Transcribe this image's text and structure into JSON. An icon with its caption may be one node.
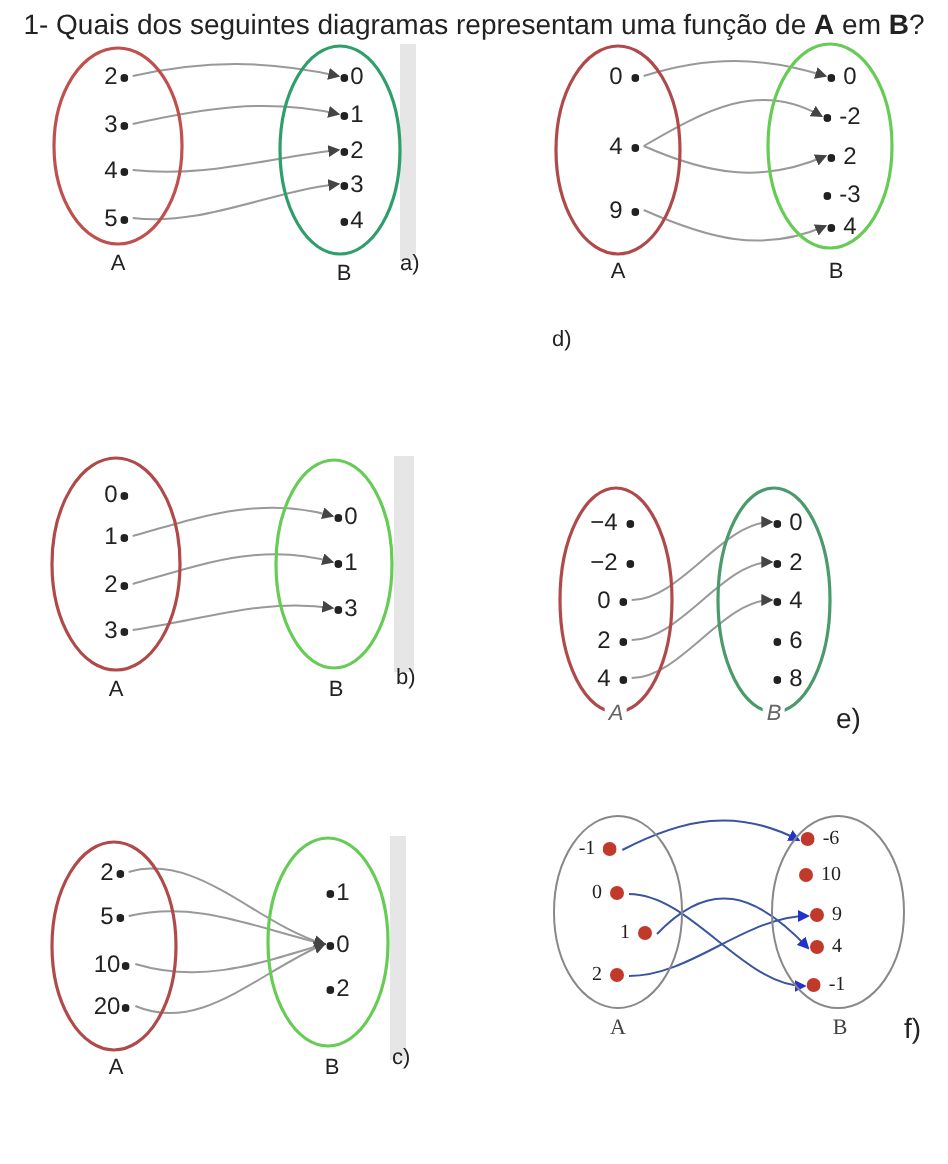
{
  "diagram": {
    "title": "1- Quais dos seguintes diagramas representam uma função de **A** em **B**?",
    "nodes": [
      {
        "text": [
          "A"
        ]
      },
      {
        "text": [
          "2"
        ],
        "in": 0
      },
      {
        "text": [
          "3"
        ],
        "in": 0
      },
      {
        "text": [
          "4"
        ],
        "in": 0
      },
      {
        "text": [
          "5"
        ],
        "in": 0
      },
      {
        "text": [
          "B"
        ]
      },
      {
        "text": [
          "0"
        ],
        "in": 5
      },
      {
        "text": [
          "1"
        ],
        "in": 5
      },
      {
        "text": [
          "2"
        ],
        "in": 5
      },
      {
        "text": [
          "3"
        ],
        "in": 5
      },
      {
        "text": [
          "4"
        ],
        "in": 5
      },
      {
        "text": [
          "A"
        ]
      },
      {
        "text": [
          "0"
        ],
        "in": 11
      },
      {
        "text": [
          "4"
        ],
        "in": 11
      },
      {
        "text": [
          "9"
        ],
        "in": 11
      },
      {
        "text": [
          "B"
        ]
      },
      {
        "text": [
          "0"
        ],
        "in": 15
      },
      {
        "text": [
          "-2"
        ],
        "in": 15
      },
      {
        "text": [
          "2"
        ],
        "in": 15
      },
      {
        "text": [
          "-3"
        ],
        "in": 15
      },
      {
        "text": [
          "4"
        ],
        "in": 15
      },
      {
        "text": [
          "A"
        ]
      },
      {
        "text": [
          "0"
        ],
        "in": 21
      },
      {
        "text": [
          "1"
        ],
        "in": 21
      },
      {
        "text": [
          "2"
        ],
        "in": 21
      },
      {
        "text": [
          "3"
        ],
        "in": 21
      },
      {
        "text": [
          "B"
        ]
      },
      {
        "text": [
          "0"
        ],
        "in": 26
      },
      {
        "text": [
          "1"
        ],
        "in": 26
      },
      {
        "text": [
          "3"
        ],
        "in": 26
      },
      {
        "text": [
          "A"
        ]
      },
      {
        "text": [
          "−4"
        ],
        "in": 30
      },
      {
        "text": [
          "−2"
        ],
        "in": 30
      },
      {
        "text": [
          "0"
        ],
        "in": 30
      },
      {
        "text": [
          "2"
        ],
        "in": 30
      },
      {
        "text": [
          "4"
        ],
        "in": 30
      },
      {
        "text": [
          "B"
        ]
      },
      {
        "text": [
          "0"
        ],
        "in": 36
      },
      {
        "text": [
          "2"
        ],
        "in": 36
      },
      {
        "text": [
          "4"
        ],
        "in": 36
      },
      {
        "text": [
          "6"
        ],
        "in": 36
      },
      {
        "text": [
          "8"
        ],
        "in": 36
      },
      {
        "text": [
          "A"
        ]
      },
      {
        "text": [
          "2"
        ],
        "in": 42
      },
      {
        "text": [
          "5"
        ],
        "in": 42
      },
      {
        "text": [
          "10"
        ],
        "in": 42
      },
      {
        "text": [
          "20"
        ],
        "in": 42
      },
      {
        "text": [
          "B"
        ]
      },
      {
        "text": [
          "1"
        ],
        "in": 47
      },
      {
        "text": [
          "0"
        ],
        "in": 47
      },
      {
        "text": [
          "2"
        ],
        "in": 47
      },
      {
        "text": [
          "A"
        ]
      },
      {
        "text": [
          "-1"
        ],
        "in": 51
      },
      {
        "text": [
          "0"
        ],
        "in": 51
      },
      {
        "text": [
          "1"
        ],
        "in": 51
      },
      {
        "text": [
          "2"
        ],
        "in": 51
      },
      {
        "text": [
          "B"
        ]
      },
      {
        "text": [
          "-6"
        ],
        "in": 56
      },
      {
        "text": [
          "10"
        ],
        "in": 56
      },
      {
        "text": [
          "9"
        ],
        "in": 56
      },
      {
        "text": [
          "4"
        ],
        "in": 56
      },
      {
        "text": [
          "-1"
        ],
        "in": 56
      }
    ],
    "edges": [
      {
        "from": 1,
        "to": 6,
        "arrow": "to"
      },
      {
        "from": 2,
        "to": 7,
        "arrow": "to"
      },
      {
        "from": 3,
        "to": 8,
        "arrow": "to"
      },
      {
        "from": 4,
        "to": 9,
        "arrow": "to"
      },
      {
        "from": 12,
        "to": 16,
        "arrow": "to"
      },
      {
        "from": 13,
        "to": 17,
        "arrow": "to"
      },
      {
        "from": 13,
        "to": 18,
        "arrow": "to"
      },
      {
        "from": 14,
        "to": 20,
        "arrow": "to"
      },
      {
        "from": 23,
        "to": 27,
        "arrow": "to"
      },
      {
        "from": 24,
        "to": 28,
        "arrow": "to"
      },
      {
        "from": 25,
        "to": 29,
        "arrow": "to"
      },
      {
        "from": 33,
        "to": 37,
        "arrow": "to"
      },
      {
        "from": 34,
        "to": 38,
        "arrow": "to"
      },
      {
        "from": 35,
        "to": 39,
        "arrow": "to"
      },
      {
        "from": 43,
        "to": 49,
        "arrow": "to"
      },
      {
        "from": 44,
        "to": 49,
        "arrow": "to"
      },
      {
        "from": 45,
        "to": 49,
        "arrow": "to"
      },
      {
        "from": 46,
        "to": 49,
        "arrow": "to"
      },
      {
        "from": 52,
        "to": 57,
        "arrow": "to",
        "color": "#3a55a0"
      },
      {
        "from": 53,
        "to": 61,
        "arrow": "to",
        "color": "#3a55a0"
      },
      {
        "from": 54,
        "to": 60,
        "arrow": "to",
        "color": "#3a55a0"
      },
      {
        "from": 55,
        "to": 59,
        "arrow": "to",
        "color": "#3a55a0"
      }
    ],
    "labels": [
      "a)",
      "d)",
      "b)",
      "e)",
      "c)",
      "f)"
    ]
  }
}
